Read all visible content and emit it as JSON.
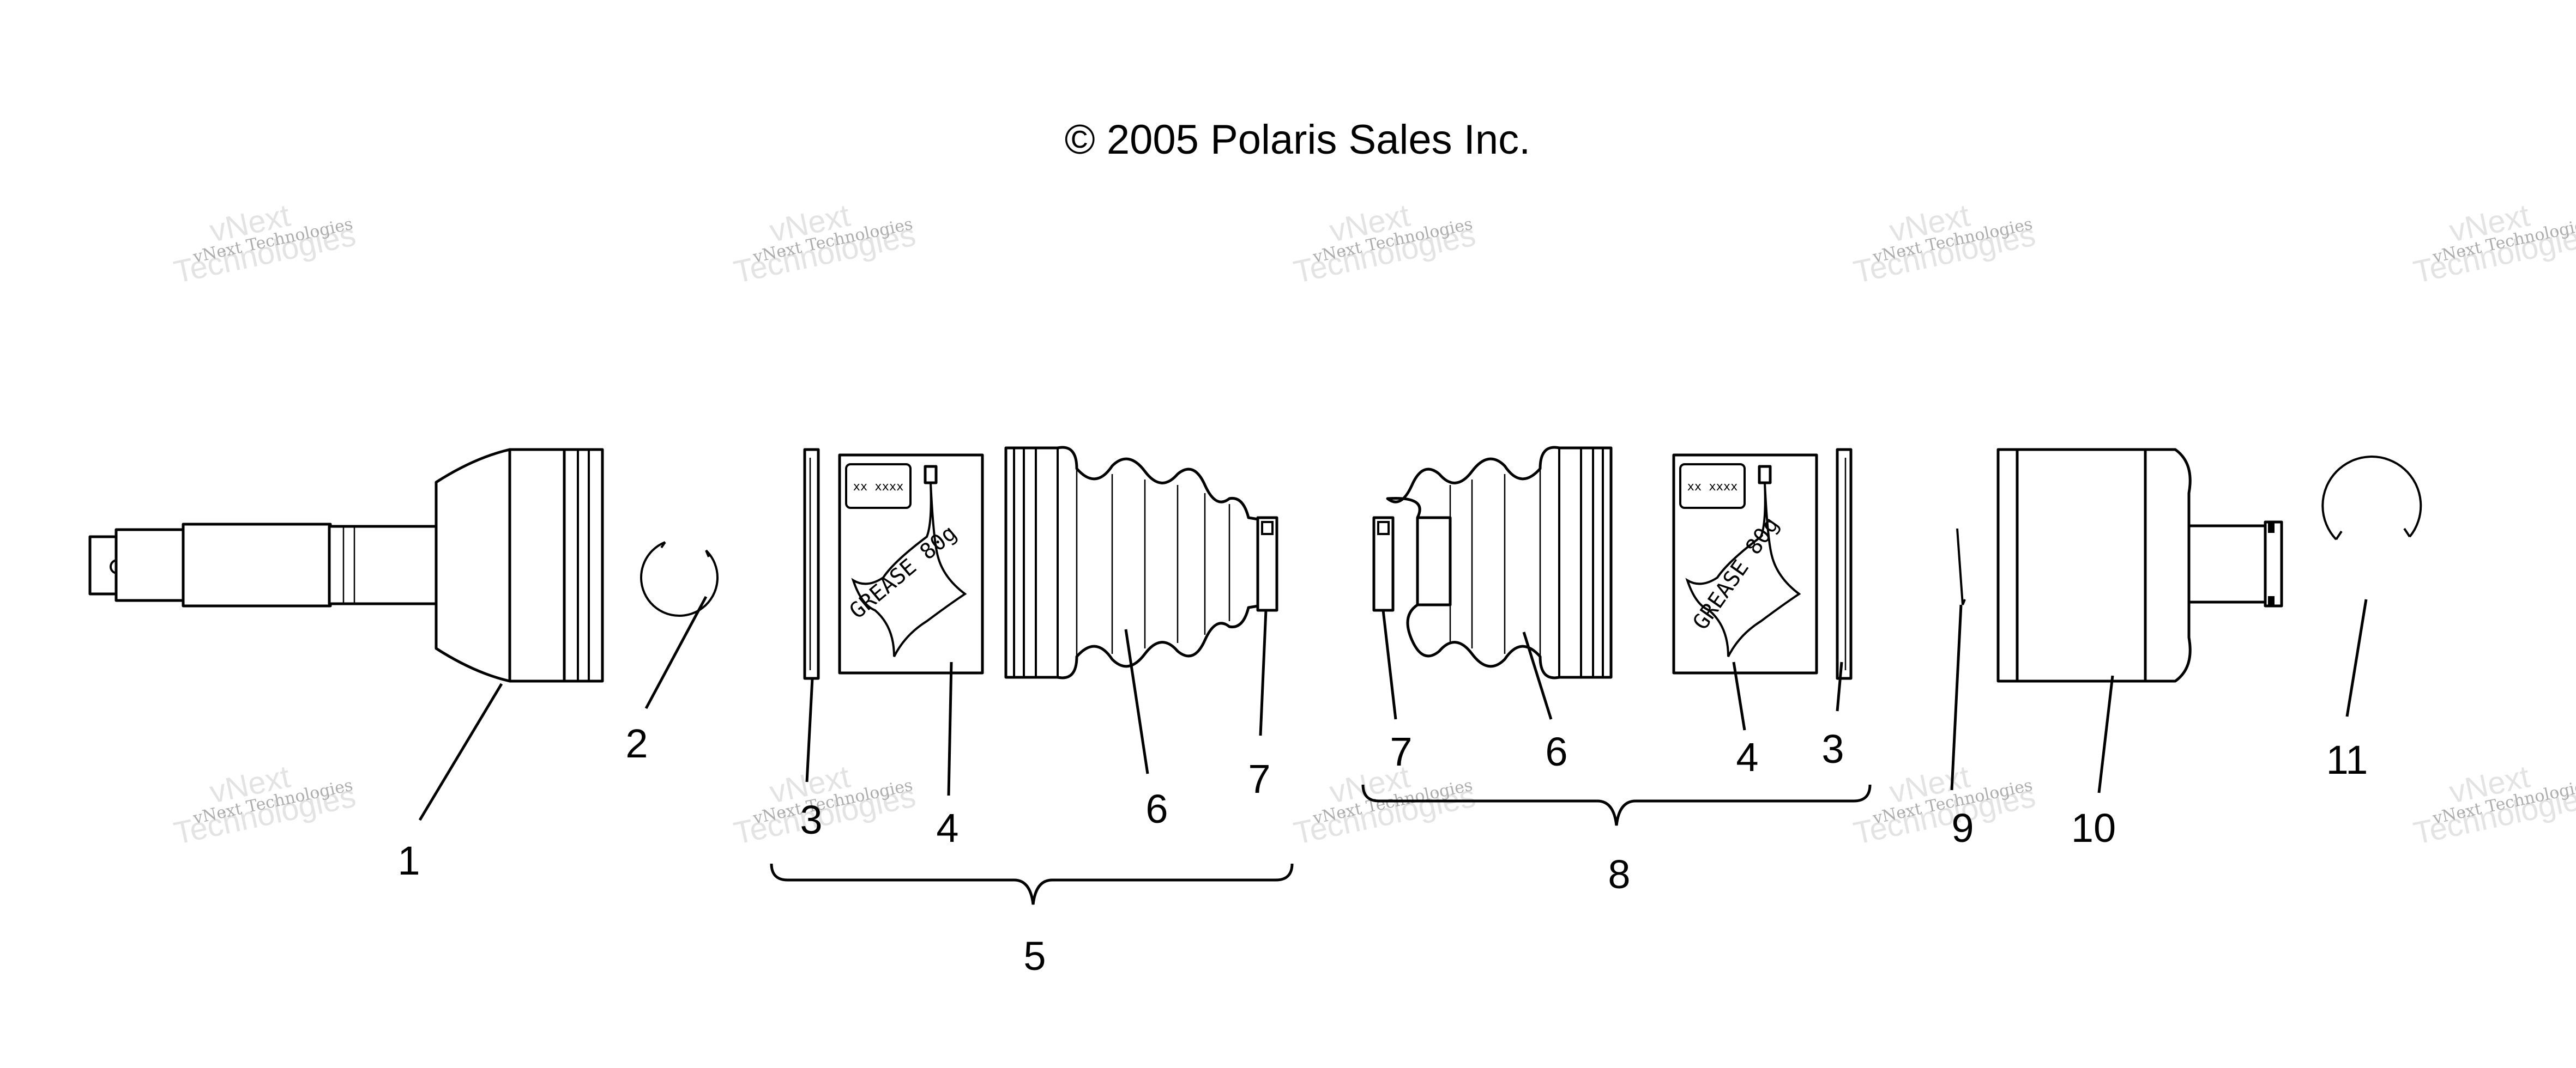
{
  "copyright": "© 2005 Polaris Sales Inc.",
  "watermark": {
    "line1": "vNext Technologies",
    "line2": "vNext",
    "line3": "Technologies"
  },
  "grease_pack": {
    "code": "xx xxxx",
    "label": "GREASE 80g"
  },
  "callouts": [
    "1",
    "2",
    "3",
    "4",
    "5",
    "6",
    "7",
    "8",
    "9",
    "10",
    "11"
  ]
}
